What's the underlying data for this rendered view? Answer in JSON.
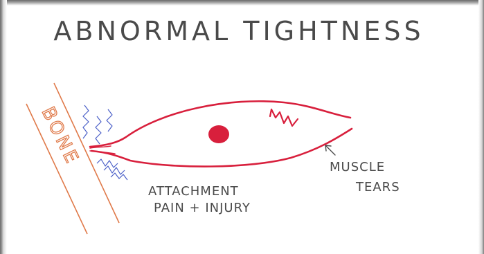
{
  "title": "ABNORMAL TIGHTNESS",
  "labels": {
    "bone": "BONE",
    "muscle_tears_line1": "MUSCLE",
    "muscle_tears_line2": "TEARS",
    "attachment_line1": "ATTACHMENT",
    "attachment_line2": "PAIN + INJURY"
  },
  "colors": {
    "muscle": "#d81f3c",
    "bone": "#e07a4a",
    "pain_squiggle": "#4a5fc8",
    "ink": "#4a4a4a"
  }
}
